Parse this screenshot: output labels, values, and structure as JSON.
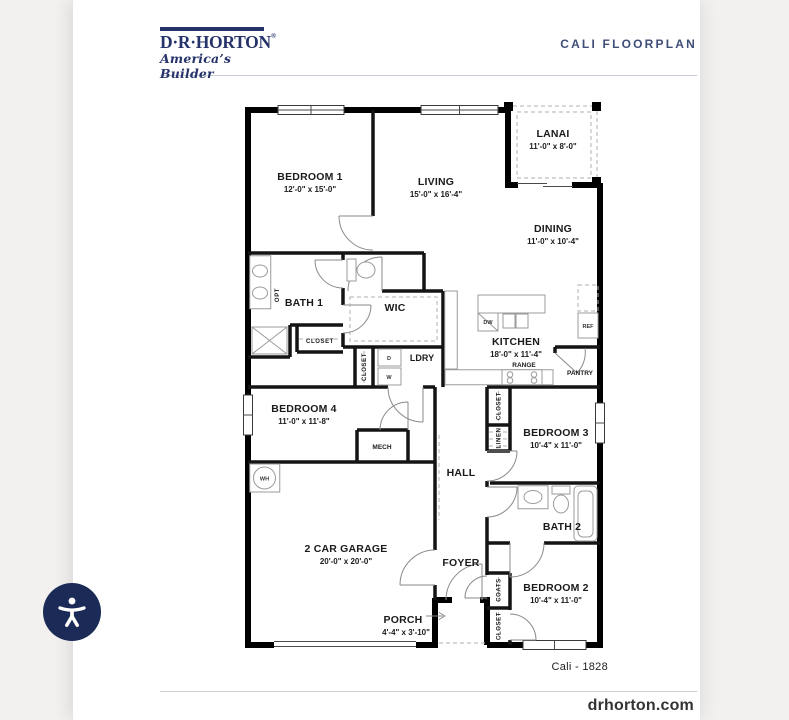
{
  "header": {
    "logo": {
      "name": "D·R·HORTON",
      "trademark": "®",
      "tagline": "America’s Builder"
    },
    "plan_title": "CALI FLOORPLAN"
  },
  "floorplan": {
    "model_label": "Cali - 1828",
    "rooms": [
      {
        "name": "BEDROOM 1",
        "dims": "12'-0\" x 15'-0\""
      },
      {
        "name": "LIVING",
        "dims": "15'-0\" x 16'-4\""
      },
      {
        "name": "LANAI",
        "dims": "11'-0\" x 8'-0\""
      },
      {
        "name": "DINING",
        "dims": "11'-0\" x 10'-4\""
      },
      {
        "name": "BATH 1",
        "dims": ""
      },
      {
        "name": "WIC",
        "dims": ""
      },
      {
        "name": "KITCHEN",
        "dims": "18'-0\" x 11'-4\""
      },
      {
        "name": "LDRY",
        "dims": ""
      },
      {
        "name": "BEDROOM 4",
        "dims": "11'-0\" x 11'-8\""
      },
      {
        "name": "BEDROOM 3",
        "dims": "10'-4\" x 11'-0\""
      },
      {
        "name": "HALL",
        "dims": ""
      },
      {
        "name": "MECH",
        "dims": ""
      },
      {
        "name": "BATH 2",
        "dims": ""
      },
      {
        "name": "2 CAR GARAGE",
        "dims": "20'-0\" x 20'-0\""
      },
      {
        "name": "FOYER",
        "dims": ""
      },
      {
        "name": "BEDROOM 2",
        "dims": "10'-4\" x 11'-0\""
      },
      {
        "name": "PORCH",
        "dims": "4'-4\" x 3'-10\""
      }
    ],
    "closets": {
      "bedroom1": "CLOSET",
      "hall": "CLOSET",
      "bedroom3": "CLOSET",
      "linen": "LINEN",
      "coats": "COATS",
      "bedroom2": "CLOSET"
    },
    "fixtures": {
      "dishwasher": "DW",
      "refrigerator": "REF",
      "range": "RANGE",
      "pantry": "PANTRY",
      "washer": "W",
      "dryer": "D",
      "water_heater": "WH",
      "optional": "OPT"
    }
  },
  "footer": {
    "website": "drhorton.com"
  },
  "colors": {
    "brand_navy": "#26336a",
    "title_navy": "#3f4e79",
    "widget_navy": "#1b2a57",
    "wall_black": "#000000",
    "background_gray": "#f2f1ef"
  }
}
